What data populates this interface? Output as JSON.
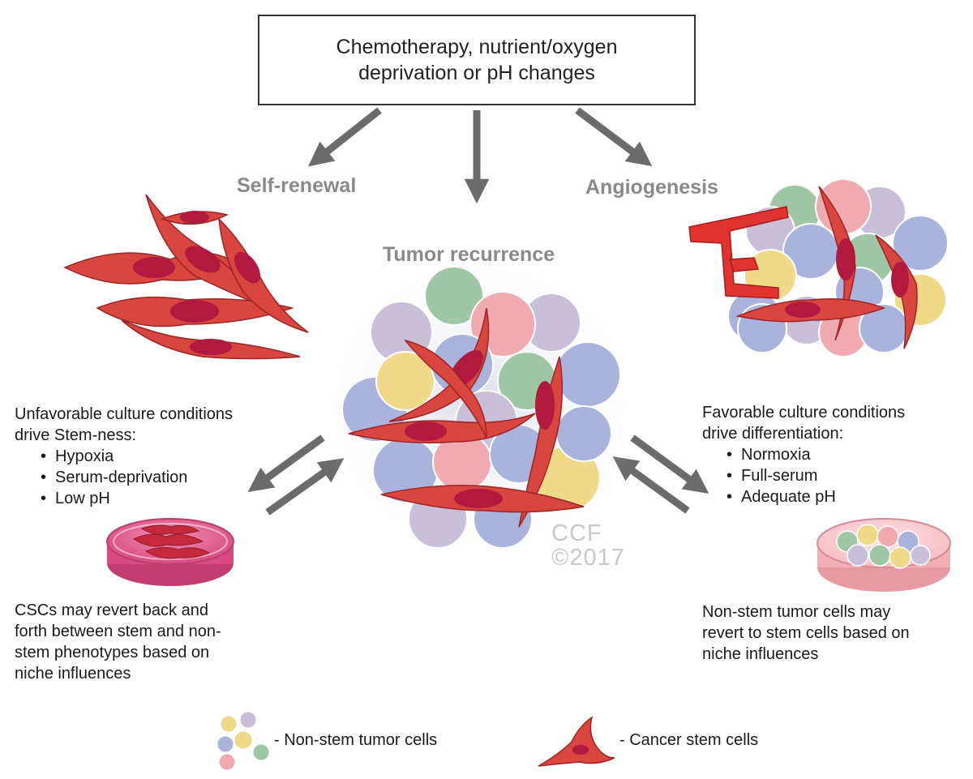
{
  "trigger": {
    "line1": "Chemotherapy, nutrient/oxygen",
    "line2": "deprivation or pH changes"
  },
  "labels": {
    "self_renewal": "Self-renewal",
    "angiogenesis": "Angiogenesis",
    "tumor_recurrence": "Tumor recurrence"
  },
  "left_panel": {
    "heading_line1": "Unfavorable culture conditions",
    "heading_line2": "drive Stem-ness:",
    "items": [
      "Hypoxia",
      "Serum-deprivation",
      "Low pH"
    ],
    "note_lines": [
      "CSCs may revert back and",
      "forth between stem and non-",
      "stem phenotypes based on",
      "niche influences"
    ]
  },
  "right_panel": {
    "heading_line1": "Favorable culture conditions",
    "heading_line2": "drive differentiation:",
    "items": [
      "Normoxia",
      "Full-serum",
      "Adequate pH"
    ],
    "note_lines": [
      "Non-stem tumor cells may",
      "revert to stem cells based on",
      "niche influences"
    ]
  },
  "watermark": {
    "line1": "CCF",
    "line2": "©2017"
  },
  "legend": {
    "non_stem": "- Non-stem tumor cells",
    "cancer_stem": "- Cancer stem cells"
  },
  "colors": {
    "arrow": "#6b6b6b",
    "stem_cell": "#d9453f",
    "stem_nucleus": "#b11a3e",
    "cell_blue": "#a9b3dc",
    "cell_purple": "#c9bfd9",
    "cell_green": "#9fc6a5",
    "cell_yellow": "#f1d98a",
    "cell_pink": "#f0aab0",
    "dish_pink": "#e0578a"
  }
}
